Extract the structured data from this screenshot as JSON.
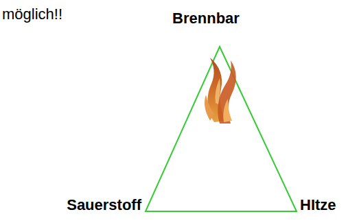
{
  "diagram": {
    "labels": [
      "möglich!!",
      "Brennbar",
      "Sauerstoff",
      "HItze"
    ]
  }
}
